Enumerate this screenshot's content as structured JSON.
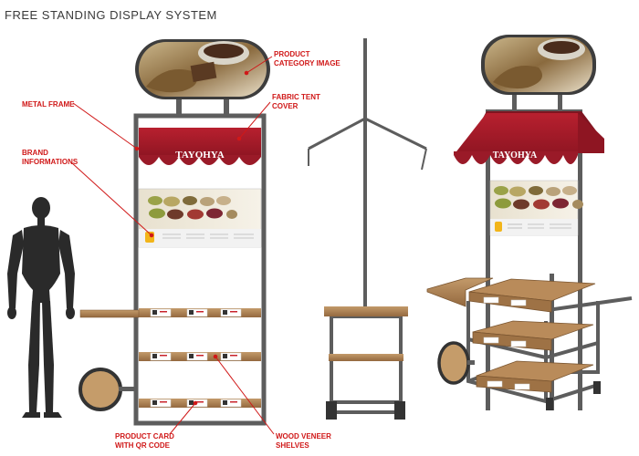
{
  "title": "FREE STANDING DISPLAY SYSTEM",
  "brand": "TAYOHYA",
  "callouts": {
    "product_category_image": [
      "PRODUCT",
      "CATEGORY IMAGE"
    ],
    "metal_frame": [
      "METAL FRAME"
    ],
    "fabric_tent_cover": [
      "FABRIC TENT",
      "COVER"
    ],
    "brand_informations": [
      "BRAND",
      "INFORMATIONS"
    ],
    "product_card": [
      "PRODUCT CARD",
      "WITH QR CODE"
    ],
    "wood_veneer_shelves": [
      "WOOD VENEER",
      "SHELVES"
    ]
  },
  "colors": {
    "callout_red": "#d01818",
    "metal": "#5d5d5d",
    "awning_red": "#a51d2b",
    "wood": "#a97f52",
    "silhouette": "#2a2a2a"
  }
}
